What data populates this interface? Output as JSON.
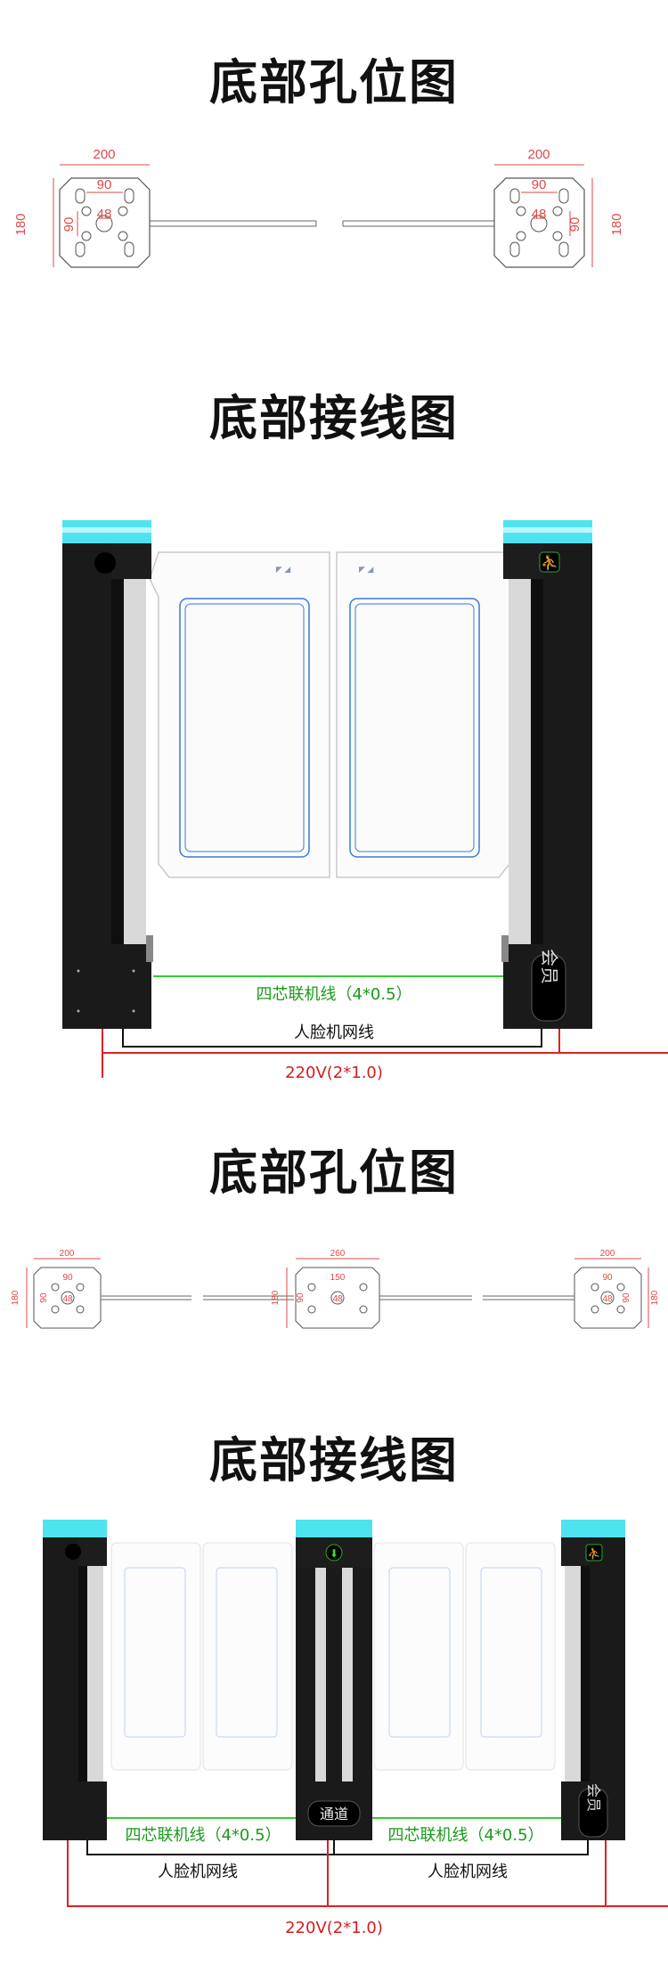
{
  "sections": {
    "holes_1": {
      "title": "底部孔位图"
    },
    "wiring_1": {
      "title": "底部接线图"
    },
    "holes_2": {
      "title": "底部孔位图"
    },
    "wiring_2": {
      "title": "底部接线图"
    }
  },
  "hole_plate": {
    "width": "200",
    "height": "180",
    "inner_h": "90",
    "inner_v": "90",
    "center": "48"
  },
  "hole_plate_mid": {
    "width": "260",
    "height": "180",
    "inner_h": "150",
    "inner_v": "90",
    "center": "48"
  },
  "wiring": {
    "four_core": "四芯联机线（4*0.5）",
    "face_cable": "人脸机网线",
    "power": "220V(2*1.0)",
    "member_badge": "会员",
    "channel_badge": "通道"
  },
  "colors": {
    "dimension": "#e04848",
    "four_core_line": "#33cc33",
    "power_line": "#dd2222",
    "network_line": "#111111",
    "led": "#4fe3f0"
  }
}
